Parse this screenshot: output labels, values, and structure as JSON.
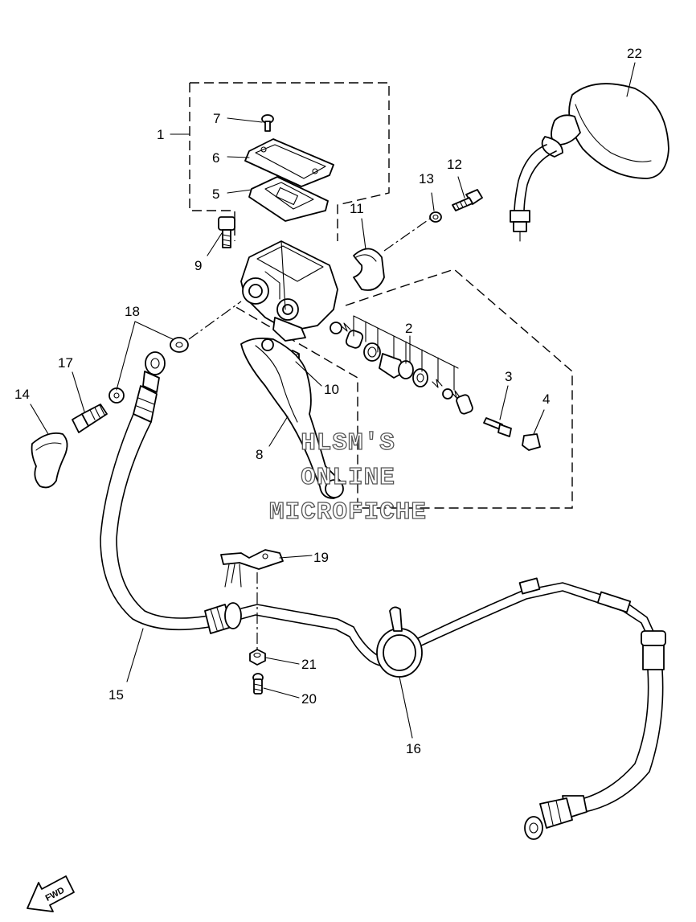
{
  "labels": {
    "p1": "1",
    "p2": "2",
    "p3": "3",
    "p4": "4",
    "p5": "5",
    "p6": "6",
    "p7": "7",
    "p8": "8",
    "p9": "9",
    "p10": "10",
    "p11": "11",
    "p12": "12",
    "p13": "13",
    "p14": "14",
    "p15": "15",
    "p16": "16",
    "p17": "17",
    "p18": "18",
    "p19": "19",
    "p20": "20",
    "p21": "21",
    "p22": "22"
  },
  "watermark": {
    "line1": "HLSM'S",
    "line2": "ONLINE",
    "line3": "MICROFICHE"
  },
  "fwd": "FWD"
}
